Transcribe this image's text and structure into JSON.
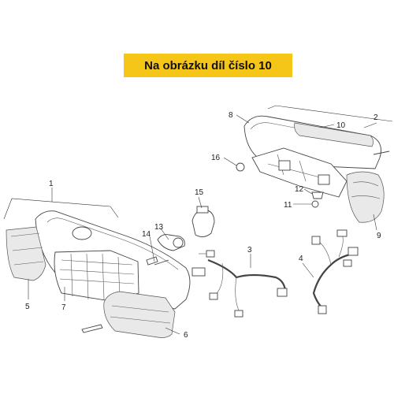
{
  "banner": {
    "text": "Na obrázku díl číslo 10"
  },
  "callouts": {
    "n1": "1",
    "n2": "2",
    "n3": "3",
    "n4": "4",
    "n5": "5",
    "n6": "6",
    "n7": "7",
    "n8": "8",
    "n9": "9",
    "n10": "10",
    "n11": "11",
    "n12": "12",
    "n13": "13",
    "n14": "14",
    "n15": "15",
    "n16": "16"
  },
  "colors": {
    "banner_bg": "#f5c518",
    "line": "#444444"
  }
}
